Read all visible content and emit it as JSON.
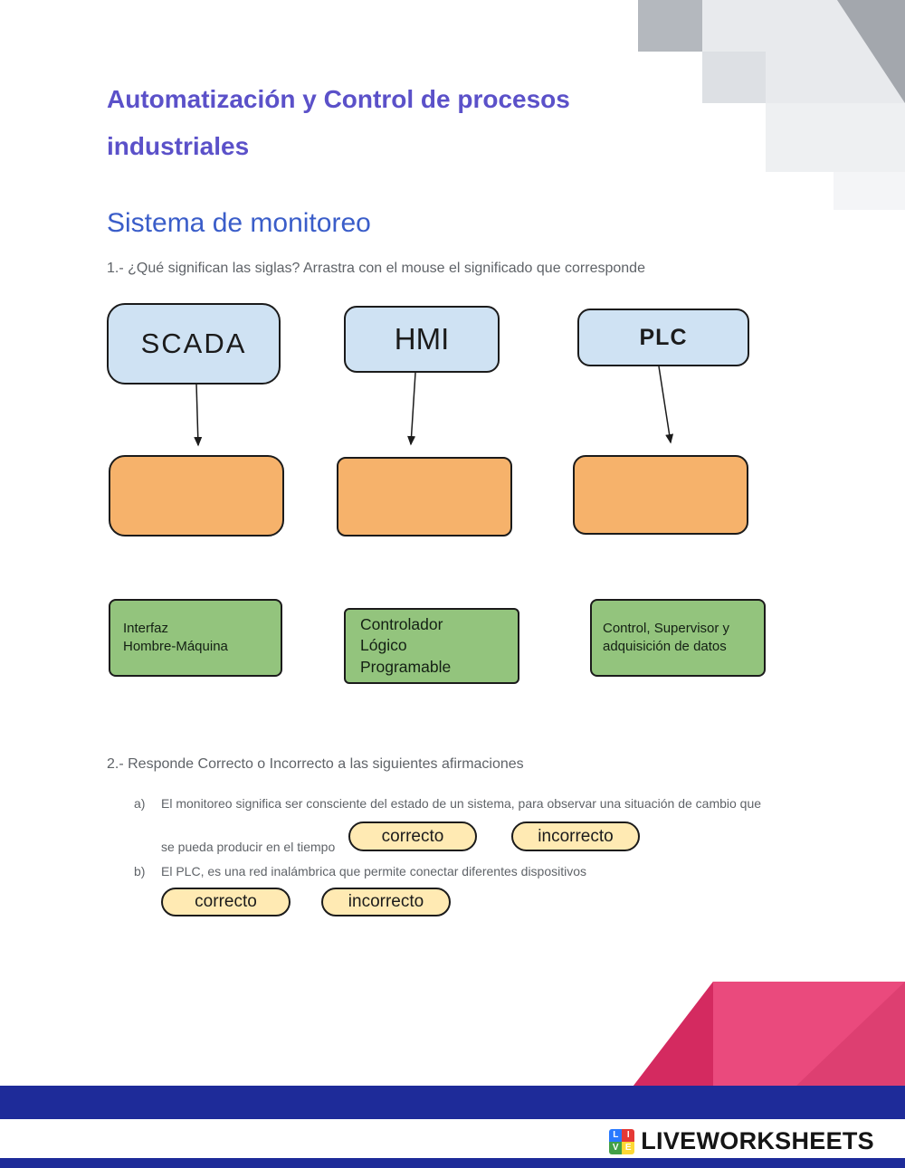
{
  "header": {
    "title_line1": "Automatización y Control de procesos",
    "title_line2": "industriales",
    "section_title": "Sistema de monitoreo"
  },
  "question1": {
    "text": "1.- ¿Qué significan las siglas? Arrastra con el mouse el significado que corresponde",
    "acronyms": [
      {
        "label": "SCADA"
      },
      {
        "label": "HMI"
      },
      {
        "label": "PLC"
      }
    ],
    "options": [
      {
        "label": "Interfaz\nHombre-Máquina"
      },
      {
        "label": "Controlador\nLógico\nProgramable"
      },
      {
        "label": "Control, Supervisor y\nadquisición de datos"
      }
    ]
  },
  "question2": {
    "text": "2.- Responde Correcto o Incorrecto a las siguientes afirmaciones",
    "statements": [
      {
        "letter": "a)",
        "text_line1": "El monitoreo significa ser consciente del estado de un sistema, para observar una situación de cambio que",
        "text_line2": "se pueda producir en el tiempo",
        "options": [
          {
            "label": "correcto"
          },
          {
            "label": "incorrecto"
          }
        ]
      },
      {
        "letter": "b)",
        "text": "El PLC, es una red inalámbrica que permite conectar diferentes dispositivos",
        "options": [
          {
            "label": "correcto"
          },
          {
            "label": "incorrecto"
          }
        ]
      }
    ]
  },
  "footer": {
    "logo_text": "LIVEWORKSHEETS",
    "logo_icon_letters": [
      "L",
      "I",
      "V",
      "E"
    ]
  },
  "colors": {
    "title_purple": "#5b51c9",
    "section_blue": "#3a5dc9",
    "body_text_gray": "#5f6368",
    "acronym_box_fill": "#cfe2f3",
    "drop_box_fill": "#f6b26b",
    "option_box_fill": "#93c47d",
    "pill_fill": "#ffeab3",
    "footer_bar_blue": "#1e2b99",
    "footer_pink": "#ea4a7d",
    "footer_crimson": "#d42a60"
  }
}
